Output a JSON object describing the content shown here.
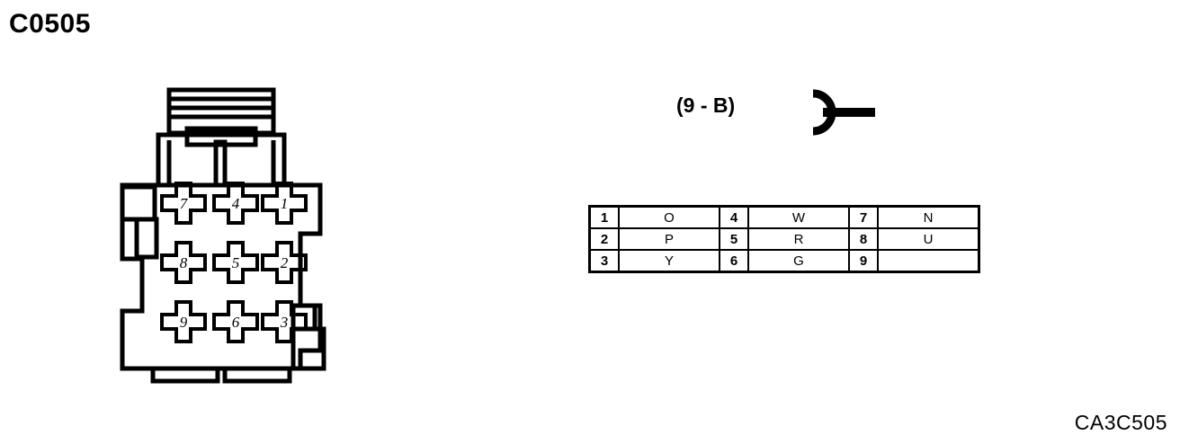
{
  "page": {
    "title": "C0505",
    "footer_code": "CA3C505"
  },
  "symbol": {
    "pin_label": "(9 - B)",
    "terminal_icon_name": "female-terminal-symbol"
  },
  "connector": {
    "name": "connector-face-view",
    "cavity_rows": [
      [
        "7",
        "4",
        "1"
      ],
      [
        "8",
        "5",
        "2"
      ],
      [
        "9",
        "6",
        "3"
      ]
    ]
  },
  "pin_table": {
    "rows": [
      {
        "pin_a": "1",
        "color_a": "O",
        "pin_b": "4",
        "color_b": "W",
        "pin_c": "7",
        "color_c": "N"
      },
      {
        "pin_a": "2",
        "color_a": "P",
        "pin_b": "5",
        "color_b": "R",
        "pin_c": "8",
        "color_c": "U"
      },
      {
        "pin_a": "3",
        "color_a": "Y",
        "pin_b": "6",
        "color_b": "G",
        "pin_c": "9",
        "color_c": ""
      }
    ]
  },
  "colors": {
    "ink": "#000000",
    "paper": "#ffffff"
  }
}
